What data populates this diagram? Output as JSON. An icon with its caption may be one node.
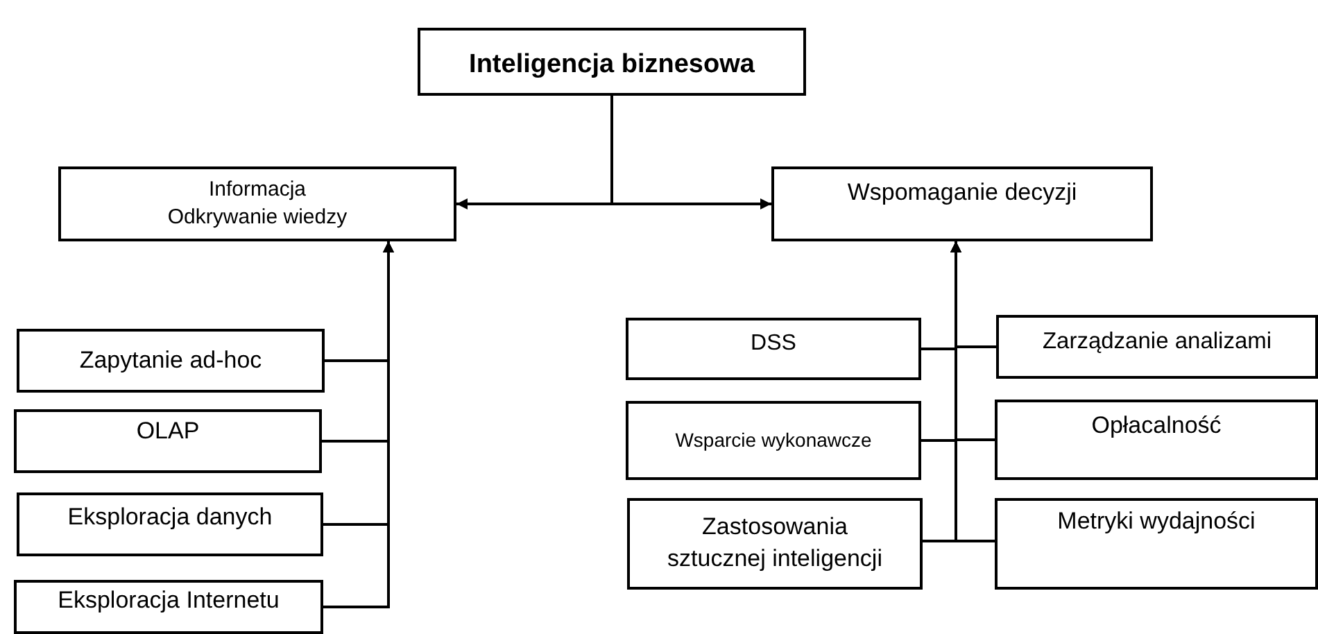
{
  "diagram": {
    "nodes": [
      {
        "text": [
          "Inteligencja biznesowa"
        ]
      },
      {
        "text": [
          "Informacja",
          "Odkrywanie wiedzy"
        ]
      },
      {
        "text": [
          "Wspomaganie decyzji"
        ]
      },
      {
        "text": [
          "Zapytanie ad-hoc"
        ]
      },
      {
        "text": [
          "OLAP"
        ]
      },
      {
        "text": [
          "Eksploracja danych"
        ]
      },
      {
        "text": [
          "Eksploracja Internetu"
        ]
      },
      {
        "text": [
          "DSS"
        ]
      },
      {
        "text": [
          "Wsparcie wykonawcze"
        ]
      },
      {
        "text": [
          "Zastosowania sztucznej inteligencji"
        ]
      },
      {
        "text": [
          "Zarządzanie analizami"
        ]
      },
      {
        "text": [
          "Opłacalność"
        ]
      },
      {
        "text": [
          "Metryki wydajności"
        ]
      }
    ],
    "edges": [
      {
        "from": 0,
        "to": 1,
        "arrow": "to"
      },
      {
        "from": 0,
        "to": 2,
        "arrow": "to"
      },
      {
        "from": 3,
        "to": 1,
        "arrow": "to"
      },
      {
        "from": 4,
        "to": 1,
        "arrow": "to"
      },
      {
        "from": 5,
        "to": 1,
        "arrow": "to"
      },
      {
        "from": 6,
        "to": 1,
        "arrow": "to"
      },
      {
        "from": 7,
        "to": 2,
        "arrow": "to"
      },
      {
        "from": 8,
        "to": 2,
        "arrow": "to"
      },
      {
        "from": 9,
        "to": 2,
        "arrow": "to"
      },
      {
        "from": 10,
        "to": 2,
        "arrow": "to"
      },
      {
        "from": 11,
        "to": 2,
        "arrow": "to"
      },
      {
        "from": 12,
        "to": 2,
        "arrow": "to"
      }
    ]
  }
}
